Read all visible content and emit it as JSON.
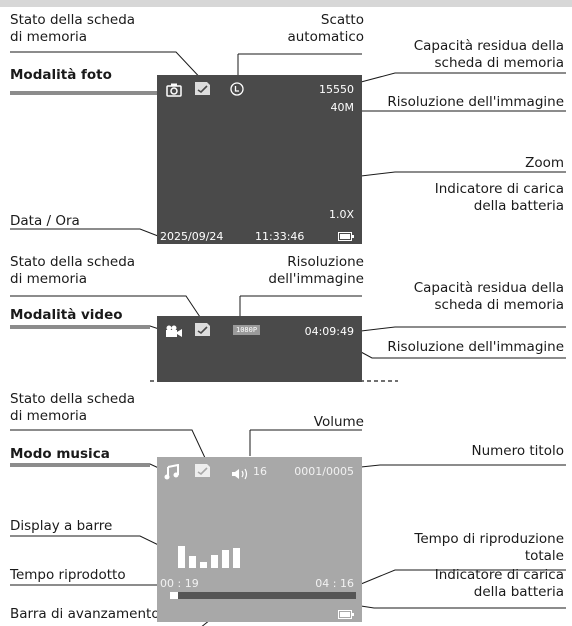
{
  "photo": {
    "heading": "Modalità foto",
    "card_status_label": "Stato della scheda\ndi memoria",
    "self_timer_label": "Scatto\nautomatico",
    "remaining_capacity_label": "Capacità residua della\nscheda di memoria",
    "resolution_label": "Risoluzione dell'immagine",
    "zoom_label": "Zoom",
    "battery_label": "Indicatore di carica\ndella batteria",
    "datetime_label": "Data / Ora",
    "screen": {
      "shots_remaining": "15550",
      "resolution": "40M",
      "zoom": "1.0X",
      "date": "2025/09/24",
      "time": "11:33:46"
    }
  },
  "video": {
    "heading": "Modalità video",
    "card_status_label": "Stato della scheda\ndi memoria",
    "resolution_top_label": "Risoluzione\ndell'immagine",
    "remaining_capacity_label": "Capacità residua della\nscheda di memoria",
    "resolution_label": "Risoluzione dell'immagine",
    "screen": {
      "resolution_badge": "1080P",
      "time_remaining": "04:09:49"
    }
  },
  "music": {
    "heading": "Modo musica",
    "card_status_label": "Stato della scheda\ndi memoria",
    "volume_label": "Volume",
    "track_number_label": "Numero titolo",
    "bar_display_label": "Display a barre",
    "total_time_label": "Tempo di riproduzione\ntotale",
    "elapsed_label": "Tempo riprodotto",
    "battery_label": "Indicatore di carica\ndella batteria",
    "progress_label": "Barra di avanzamento",
    "screen": {
      "volume": "16",
      "track": "0001/0005",
      "elapsed": "00 : 19",
      "total": "04 : 16"
    }
  }
}
